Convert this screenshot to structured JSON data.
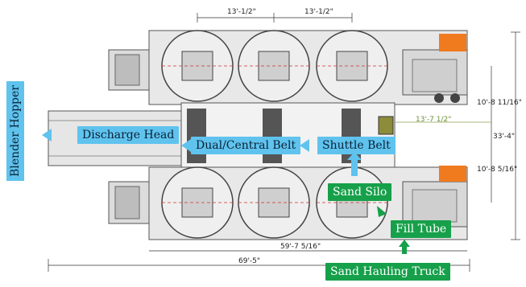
{
  "labels": {
    "blender_hopper": "Blender Hopper",
    "discharge_head": "Discharge Head",
    "dual_central_belt": "Dual/Central Belt",
    "shuttle_belt": "Shuttle Belt",
    "sand_silo": "Sand Silo",
    "fill_tube": "Fill Tube",
    "sand_hauling_truck": "Sand Hauling Truck"
  },
  "dimensions": {
    "top_spacing_1": "13'-1/2\"",
    "top_spacing_2": "13'-1/2\"",
    "right_upper": "10'-8 11/16\"",
    "right_lower": "10'-8 5/16\"",
    "right_total": "33'-4\"",
    "center_gap": "13'-7 1/2\"",
    "bottom_inner": "59'-7 5/16\"",
    "bottom_total": "69'-5\""
  },
  "colors": {
    "label_blue": "#5fc3ee",
    "label_green": "#16a04a",
    "orange_unit": "#f07a1e"
  }
}
